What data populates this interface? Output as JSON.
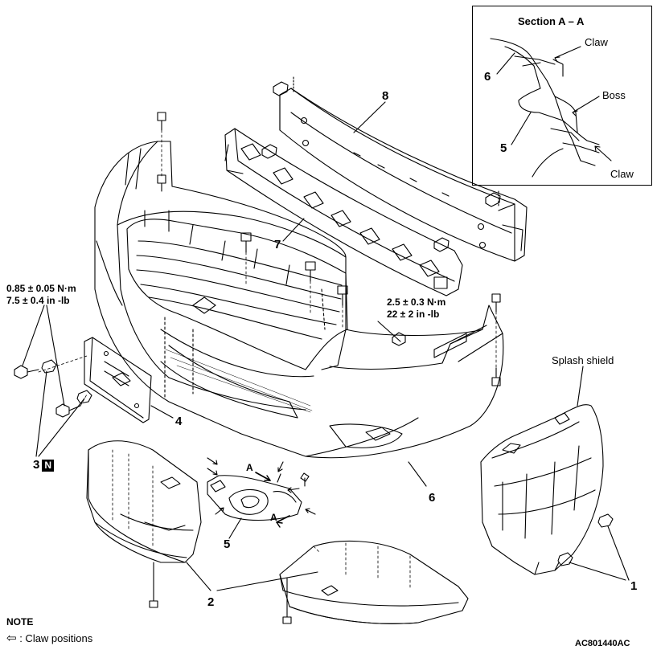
{
  "section": {
    "title": "Section A – A",
    "claw_top": "Claw",
    "boss": "Boss",
    "claw_bottom": "Claw",
    "num6": "6",
    "num5": "5"
  },
  "callouts": {
    "n1": "1",
    "n2": "2",
    "n3": "3",
    "n3_badge": "N",
    "n4": "4",
    "n5": "5",
    "n6": "6",
    "n7": "7",
    "n8": "8",
    "a_top": "A",
    "a_bottom": "A"
  },
  "torque_left": {
    "line1": "0.85 ± 0.05 N·m",
    "line2": "7.5 ± 0.4 in -lb"
  },
  "torque_center": {
    "line1": "2.5 ± 0.3 N·m",
    "line2": "22 ± 2 in -lb"
  },
  "splash_shield": "Splash shield",
  "note": {
    "title": "NOTE",
    "arrow_glyph": "⇦",
    "text": ": Claw positions"
  },
  "figure_code": "AC801440AC"
}
